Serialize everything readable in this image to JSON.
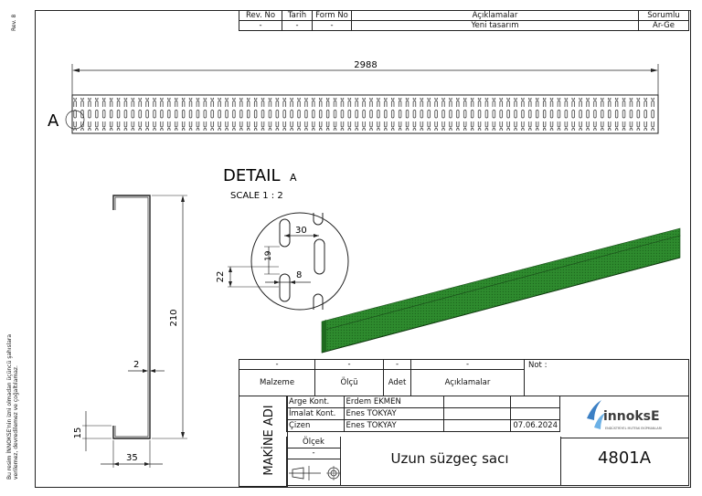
{
  "revision_table": {
    "headers": [
      "Rev. No",
      "Tarih",
      "Form No",
      "Açıklamalar",
      "Sorumlu"
    ],
    "row": [
      "-",
      "-",
      "-",
      "Yeni tasarım",
      "Ar-Ge"
    ]
  },
  "margin_left": {
    "rev": "Rev. 8",
    "notice_1": "Bu resim İNNOKSE'nin izni olmadan üçüncü şahıslara",
    "notice_2": "verilemez, devredilemez ve çoğaltılamaz."
  },
  "top_view": {
    "length": "2988",
    "detail_marker": "A"
  },
  "detail": {
    "title": "DETAIL",
    "letter": "A",
    "scale": "SCALE 1 : 2",
    "dims": {
      "pitch_x": "30",
      "slot_width": "8",
      "gap": "19",
      "pitch_y": "22"
    }
  },
  "profile": {
    "height": "210",
    "thickness": "2",
    "lip": "15",
    "width": "35"
  },
  "title_block": {
    "material_row": [
      "-",
      "-",
      "-",
      "-"
    ],
    "material_headers": [
      "Malzeme",
      "Ölçü",
      "Adet",
      "Açıklamalar"
    ],
    "not_label": "Not :",
    "makine_label": "MAKİNE ADI",
    "roles": [
      {
        "role": "Arge Kont.",
        "name": "Erdem EKMEN",
        "date": ""
      },
      {
        "role": "İmalat Kont.",
        "name": "Enes TOKYAY",
        "date": ""
      },
      {
        "role": "Çizen",
        "name": "Enes TOKYAY",
        "date": "07.06.2024"
      }
    ],
    "olcek_label": "Ölçek",
    "olcek_value": "-",
    "part_name": "Uzun süzgeç sacı",
    "part_no": "4801A",
    "logo_text": "innoksE",
    "logo_tagline": "ENDÜSTRİYEL MUTFAK EKİPMANLARI"
  },
  "colors": {
    "model_green": "#2e8b2e",
    "model_dark": "#1e6a1e",
    "line": "#222222"
  }
}
